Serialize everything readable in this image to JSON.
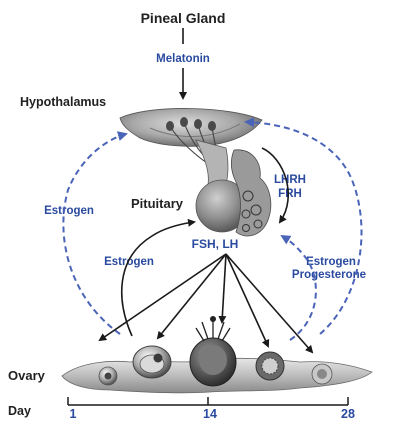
{
  "labels": {
    "pineal_gland": "Pineal Gland",
    "melatonin": "Melatonin",
    "hypothalamus": "Hypothalamus",
    "lhrh": "LHRH",
    "frh": "FRH",
    "pituitary": "Pituitary",
    "estrogen_left": "Estrogen",
    "estrogen_inner": "Estrogen",
    "fsh_lh": "FSH, LH",
    "estrogen_right": "Estrogen",
    "progesterone": "Progesterone",
    "ovary": "Ovary"
  },
  "timeline": {
    "label": "Day",
    "ticks": [
      "1",
      "14",
      "28"
    ]
  },
  "colors": {
    "dark_text": "#222222",
    "blue_text": "#2a4aa0",
    "dashed_arrow": "#4a64b8",
    "solid_arrow": "#1a1a1a"
  }
}
